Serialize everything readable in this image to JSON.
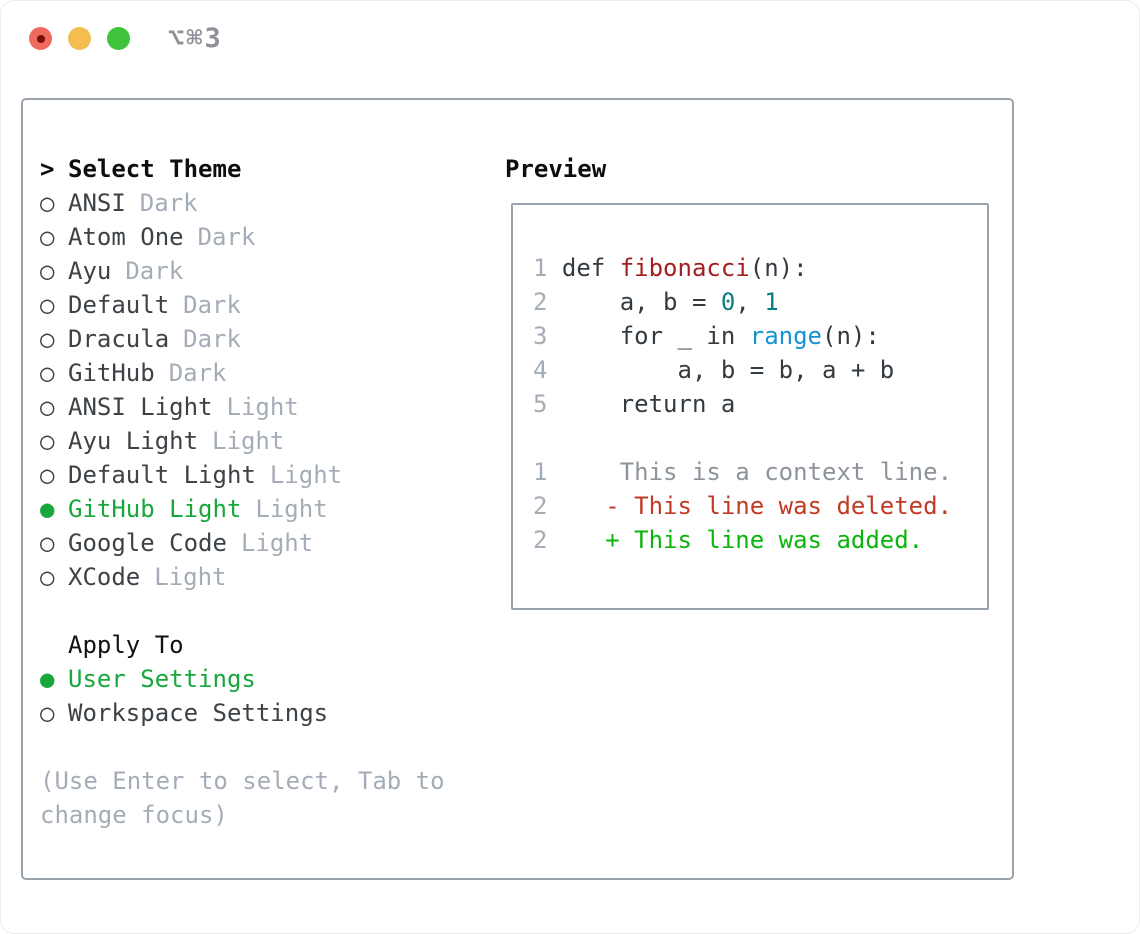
{
  "window": {
    "title": "⌥⌘3",
    "traffic_lights": {
      "close_color": "#ee6a5f",
      "minimize_color": "#f5bd4f",
      "zoom_color": "#3fc23c"
    }
  },
  "theme_picker": {
    "pointer": ">",
    "heading": "Select Theme",
    "items": [
      {
        "label": "ANSI",
        "tag": "Dark",
        "selected": false
      },
      {
        "label": "Atom One",
        "tag": "Dark",
        "selected": false
      },
      {
        "label": "Ayu",
        "tag": "Dark",
        "selected": false
      },
      {
        "label": "Default",
        "tag": "Dark",
        "selected": false
      },
      {
        "label": "Dracula",
        "tag": "Dark",
        "selected": false
      },
      {
        "label": "GitHub",
        "tag": "Dark",
        "selected": false
      },
      {
        "label": "ANSI Light",
        "tag": "Light",
        "selected": false
      },
      {
        "label": "Ayu Light",
        "tag": "Light",
        "selected": false
      },
      {
        "label": "Default Light",
        "tag": "Light",
        "selected": false
      },
      {
        "label": "GitHub Light",
        "tag": "Light",
        "selected": true
      },
      {
        "label": "Google Code",
        "tag": "Light",
        "selected": false
      },
      {
        "label": "XCode",
        "tag": "Light",
        "selected": false
      }
    ]
  },
  "apply_to": {
    "heading": "Apply To",
    "options": [
      {
        "label": "User Settings",
        "selected": true
      },
      {
        "label": "Workspace Settings",
        "selected": false
      }
    ]
  },
  "hint": "(Use Enter to select, Tab to change focus)",
  "preview": {
    "heading": "Preview",
    "code_lines": [
      {
        "num": "1",
        "segments": [
          {
            "text": "def ",
            "style": "code"
          },
          {
            "text": "fibonacci",
            "style": "function"
          },
          {
            "text": "(n):",
            "style": "code"
          }
        ]
      },
      {
        "num": "2",
        "segments": [
          {
            "text": "    a, b = ",
            "style": "code"
          },
          {
            "text": "0",
            "style": "number"
          },
          {
            "text": ", ",
            "style": "code"
          },
          {
            "text": "1",
            "style": "number"
          }
        ]
      },
      {
        "num": "3",
        "segments": [
          {
            "text": "    for _ in ",
            "style": "code"
          },
          {
            "text": "range",
            "style": "builtin"
          },
          {
            "text": "(n):",
            "style": "code"
          }
        ]
      },
      {
        "num": "4",
        "segments": [
          {
            "text": "        a, b = b, a + b",
            "style": "code"
          }
        ]
      },
      {
        "num": "5",
        "segments": [
          {
            "text": "    return a",
            "style": "code"
          }
        ]
      }
    ],
    "diff_lines": [
      {
        "num": "1",
        "text": "     This is a context line.",
        "kind": "context"
      },
      {
        "num": "2",
        "text": "    - This line was deleted.",
        "kind": "deleted"
      },
      {
        "num": "2",
        "text": "    + This line was added.",
        "kind": "added"
      }
    ]
  },
  "colors": {
    "selected_green": "#18a73c",
    "diff_added_green": "#0bb50b",
    "diff_deleted_red": "#c13a24",
    "function_red": "#a41e20",
    "number_teal": "#0b7d82",
    "builtin_blue": "#1492d2",
    "muted_gray": "#a4adb7",
    "context_gray": "#8d939b",
    "box_border_gray": "#9aa2ac",
    "title_gray": "#8e9298"
  }
}
